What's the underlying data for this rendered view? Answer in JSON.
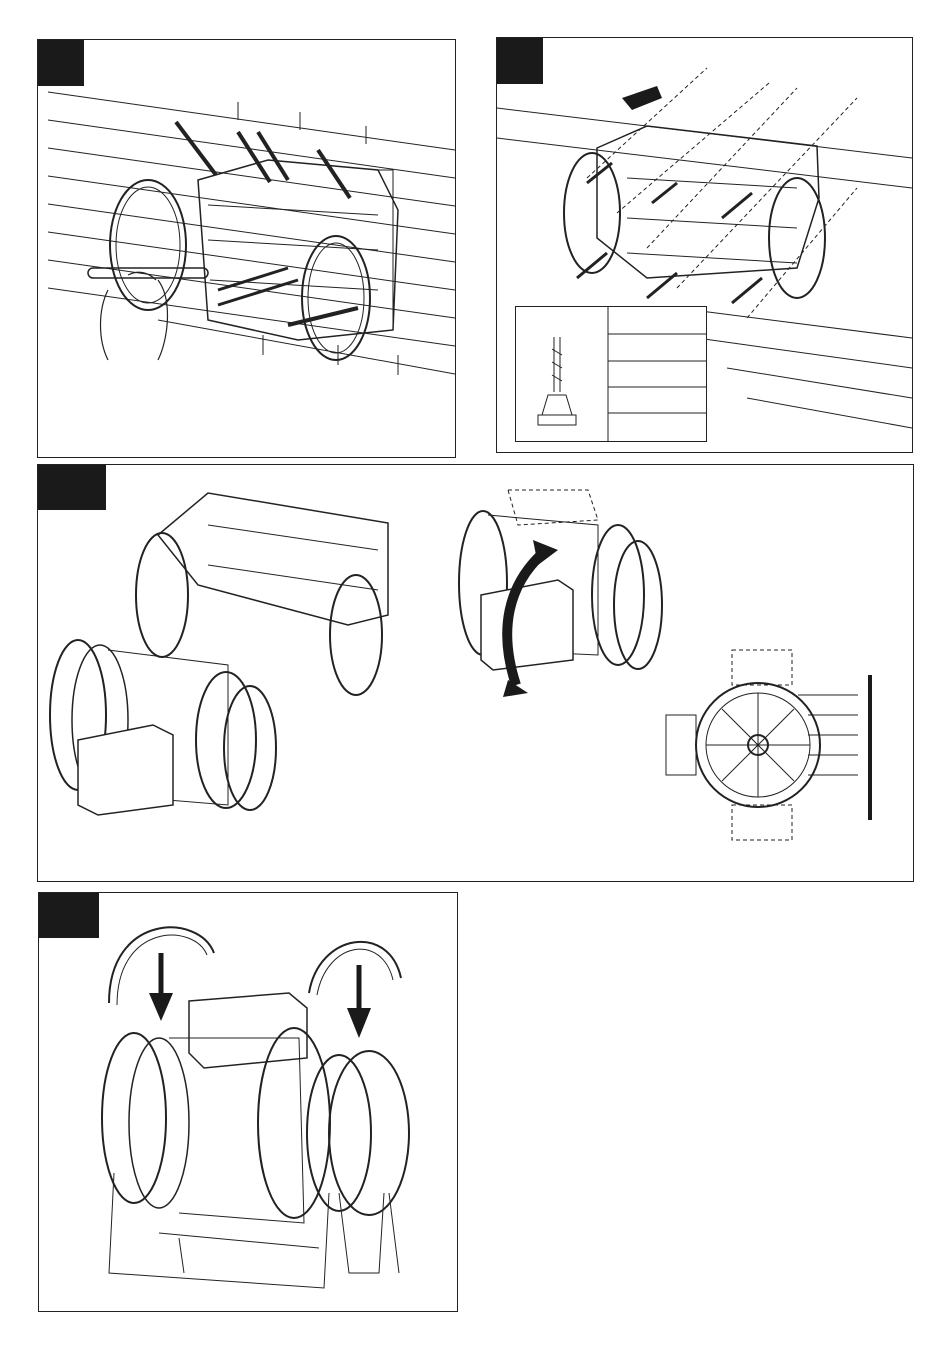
{
  "document": {
    "type": "installation-instructions",
    "panels": [
      {
        "step": "",
        "content": "mark-drill-holes"
      },
      {
        "step": "",
        "content": "fix-bracket-with-screws"
      },
      {
        "step": "",
        "content": "mount-fan-and-rotate-terminal-box"
      },
      {
        "step": "",
        "content": "attach-clamps"
      }
    ],
    "drill_table": {
      "rows": [
        "",
        "",
        "",
        ""
      ]
    }
  }
}
